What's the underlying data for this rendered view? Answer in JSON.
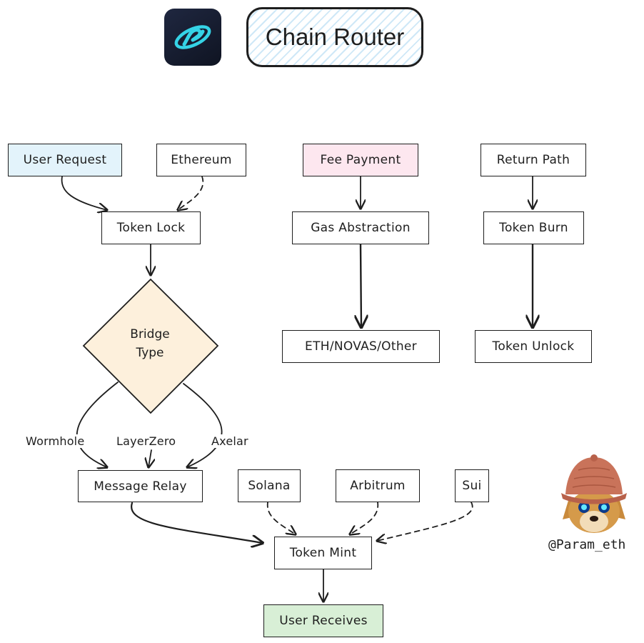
{
  "title": "Chain Router",
  "nodes": {
    "user_request": "User Request",
    "ethereum": "Ethereum",
    "fee_payment": "Fee Payment",
    "return_path": "Return Path",
    "token_lock": "Token Lock",
    "gas_abstraction": "Gas Abstraction",
    "token_burn": "Token Burn",
    "bridge_type_line1": "Bridge",
    "bridge_type_line2": "Type",
    "eth_novas_other": "ETH/NOVAS/Other",
    "token_unlock": "Token Unlock",
    "message_relay": "Message Relay",
    "solana": "Solana",
    "arbitrum": "Arbitrum",
    "sui": "Sui",
    "token_mint": "Token Mint",
    "user_receives": "User Receives"
  },
  "edge_labels": {
    "wormhole": "Wormhole",
    "layerzero": "LayerZero",
    "axelar": "Axelar"
  },
  "author_handle": "@Param_eth",
  "colors": {
    "stroke": "#1e1e1e",
    "blue_fill": "#e3f3fb",
    "pink_fill": "#fde7ef",
    "green_fill": "#d8efd6",
    "diamond_fill": "#fdf0dc",
    "title_hatch": "#cfe8f7",
    "logo_bg": "#1a2136",
    "logo_accent": "#35d3e6"
  },
  "icons": {
    "logo": "chain-router-logo-icon",
    "avatar": "dog-with-hat-avatar"
  }
}
